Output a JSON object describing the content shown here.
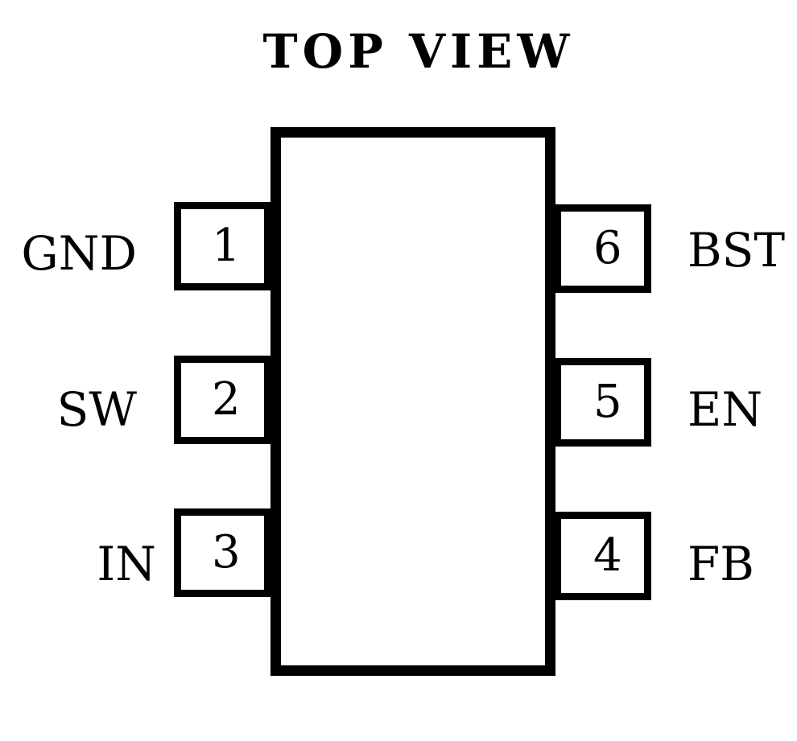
{
  "title": "TOP VIEW",
  "pins": [
    {
      "number": "1",
      "label": "GND",
      "side": "left"
    },
    {
      "number": "2",
      "label": "SW",
      "side": "left"
    },
    {
      "number": "3",
      "label": "IN",
      "side": "left"
    },
    {
      "number": "4",
      "label": "FB",
      "side": "right"
    },
    {
      "number": "5",
      "label": "EN",
      "side": "right"
    },
    {
      "number": "6",
      "label": "BST",
      "side": "right"
    }
  ]
}
